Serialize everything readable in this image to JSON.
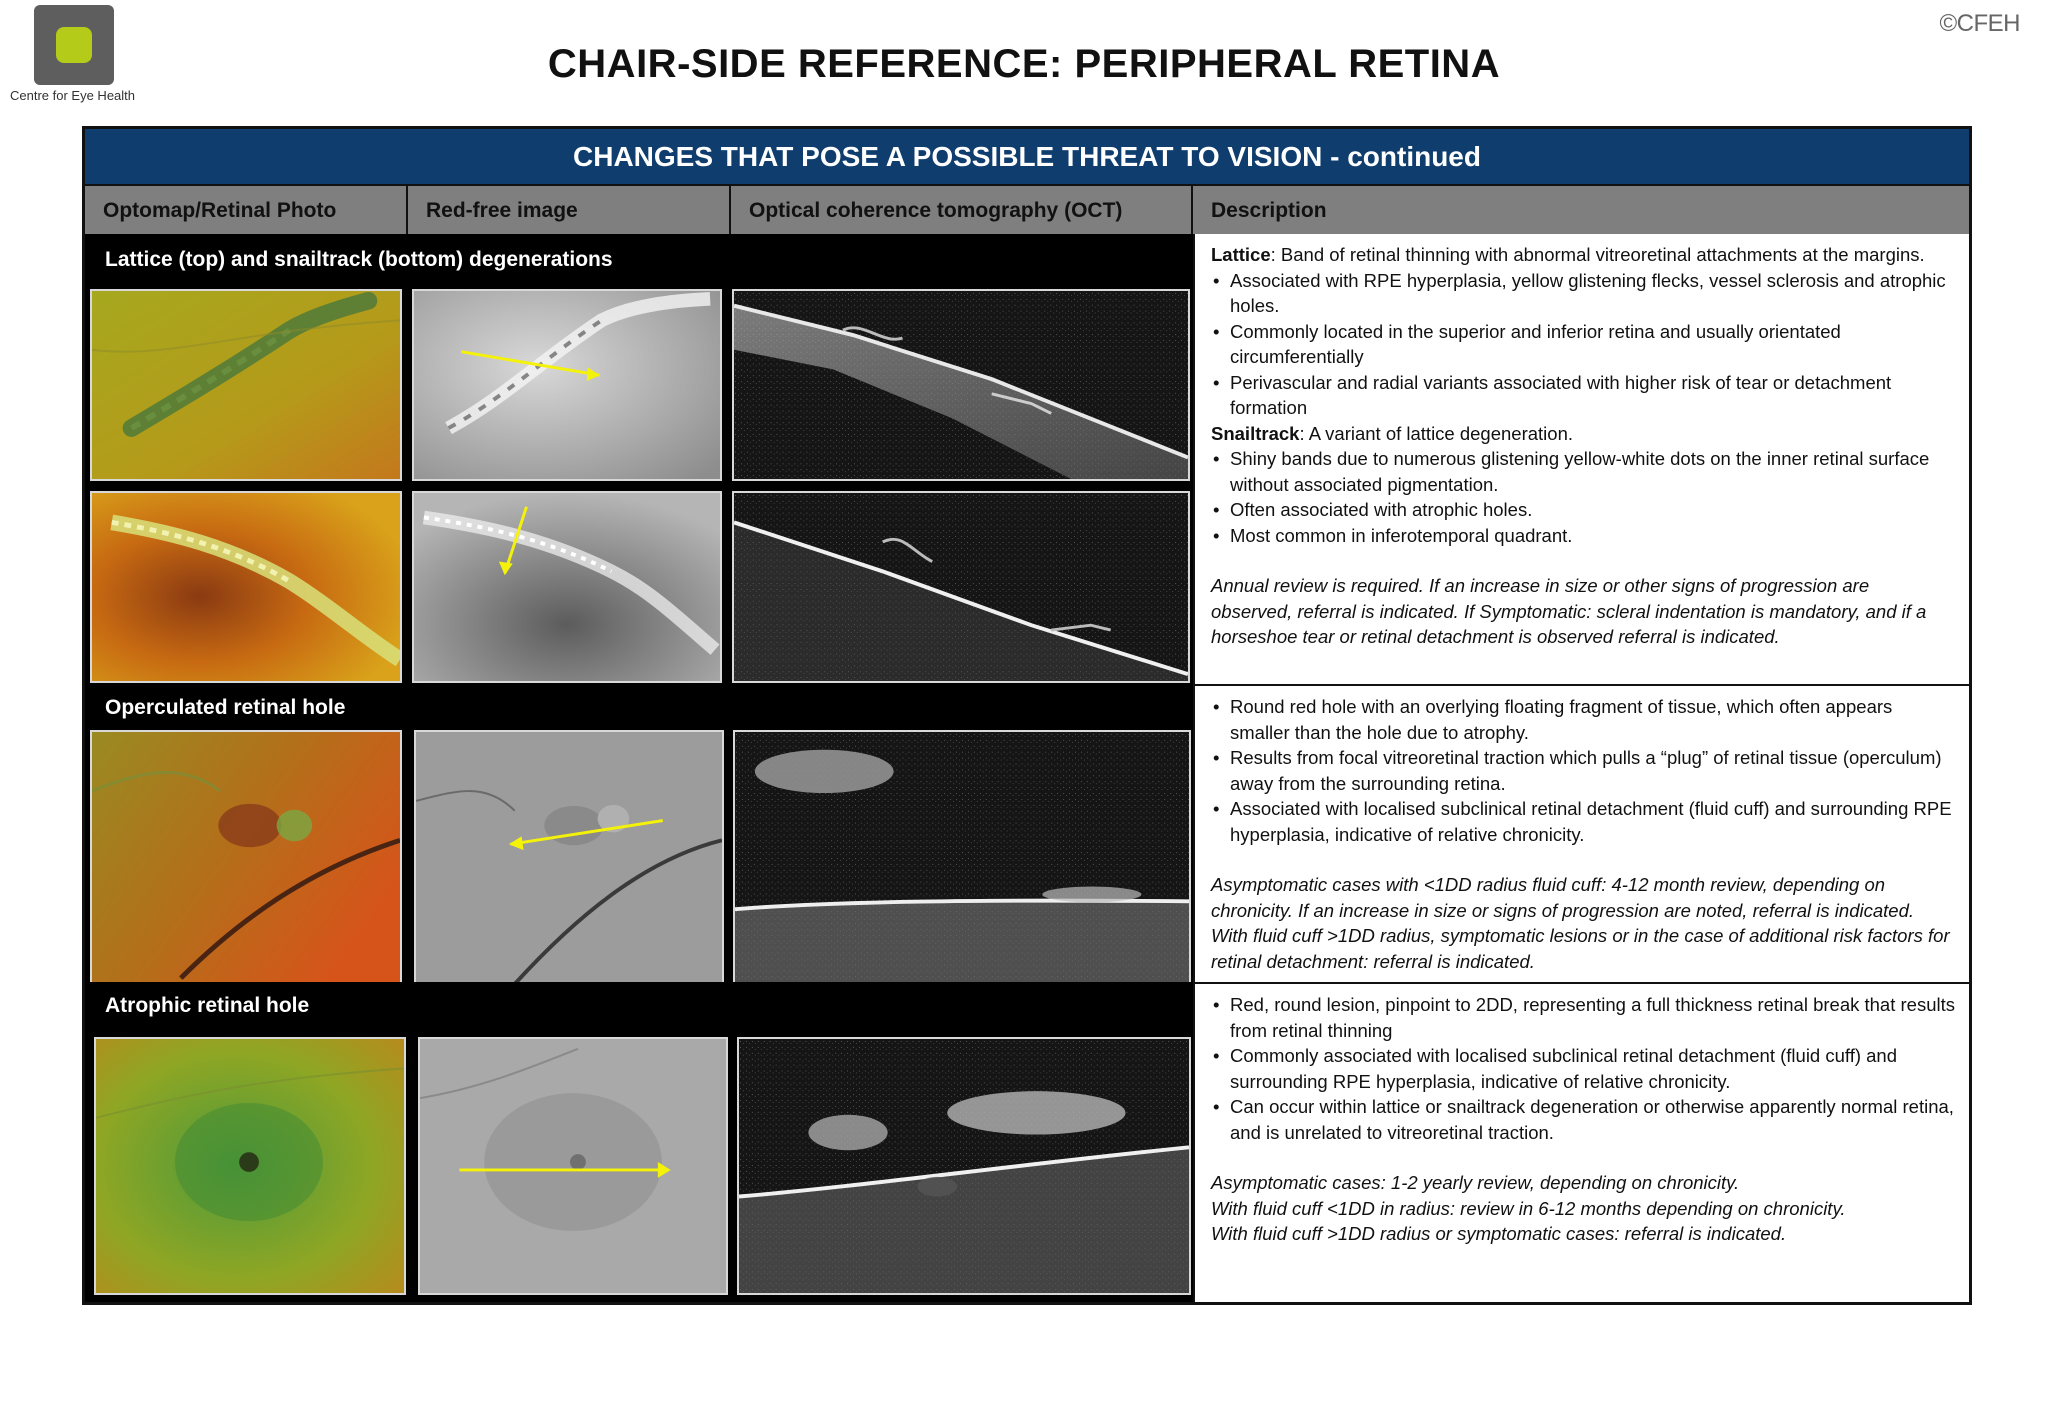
{
  "header": {
    "logo_text": "Centre for Eye Health",
    "copyright": "©CFEH",
    "title": "CHAIR-SIDE REFERENCE: PERIPHERAL RETINA"
  },
  "table": {
    "banner": "CHANGES THAT POSE A POSSIBLE THREAT TO VISION - continued",
    "columns": [
      "Optomap/Retinal Photo",
      "Red-free image",
      "Optical coherence tomography (OCT)",
      "Description"
    ],
    "rows": [
      {
        "label": "Lattice (top) and snailtrack (bottom) degenerations",
        "lattice_lead": "Lattice",
        "lattice_text": ": Band of retinal thinning with abnormal vitreoretinal attachments at the margins.",
        "lattice_bullets": [
          "Associated with RPE hyperplasia, yellow glistening flecks, vessel sclerosis and atrophic holes.",
          "Commonly located in the superior and inferior retina and usually orientated circumferentially",
          "Perivascular and radial variants associated with higher risk of tear or detachment formation"
        ],
        "snail_lead": "Snailtrack",
        "snail_text": ": A variant of lattice degeneration.",
        "snail_bullets": [
          "Shiny bands due to numerous glistening yellow-white dots on the inner retinal surface without associated pigmentation.",
          "Often associated with atrophic holes.",
          "Most common in inferotemporal quadrant."
        ],
        "note": "Annual review is required. If an increase in size or other signs of progression are observed, referral is indicated.  If Symptomatic: scleral indentation is mandatory, and if a horseshoe tear or retinal detachment is observed referral is indicated."
      },
      {
        "label": "Operculated retinal hole",
        "bullets": [
          "Round red hole with an overlying floating fragment of tissue, which often appears smaller than the hole due to atrophy.",
          "Results from focal vitreoretinal traction which pulls a “plug” of retinal tissue (operculum) away from the surrounding retina.",
          "Associated with localised subclinical retinal detachment (fluid cuff) and surrounding RPE hyperplasia,  indicative of relative chronicity."
        ],
        "note": "Asymptomatic cases with <1DD radius fluid cuff: 4-12 month review, depending on chronicity. If an increase in size or signs of progression are noted, referral is indicated. With fluid cuff >1DD radius, symptomatic lesions or in the case of additional risk factors for retinal detachment: referral is indicated."
      },
      {
        "label": "Atrophic retinal hole",
        "bullets": [
          "Red, round lesion, pinpoint to 2DD, representing a full thickness retinal break that results from retinal thinning",
          "Commonly associated with localised subclinical retinal detachment (fluid cuff) and surrounding RPE hyperplasia,  indicative of relative chronicity.",
          "Can occur within lattice or snailtrack degeneration or otherwise apparently normal retina, and is unrelated to vitreoretinal traction."
        ],
        "note_lines": [
          "Asymptomatic cases: 1-2 yearly review, depending on chronicity.",
          "With fluid cuff <1DD in radius: review in 6-12 months depending on chronicity.",
          "With fluid cuff >1DD radius or symptomatic cases: referral is indicated."
        ]
      }
    ]
  },
  "colors": {
    "banner": "#0f3d6e",
    "column_header": "#7f7f7f",
    "logo_green": "#b4cb1a",
    "logo_grey": "#5e5e5e",
    "arrow": "#f5f20a"
  }
}
